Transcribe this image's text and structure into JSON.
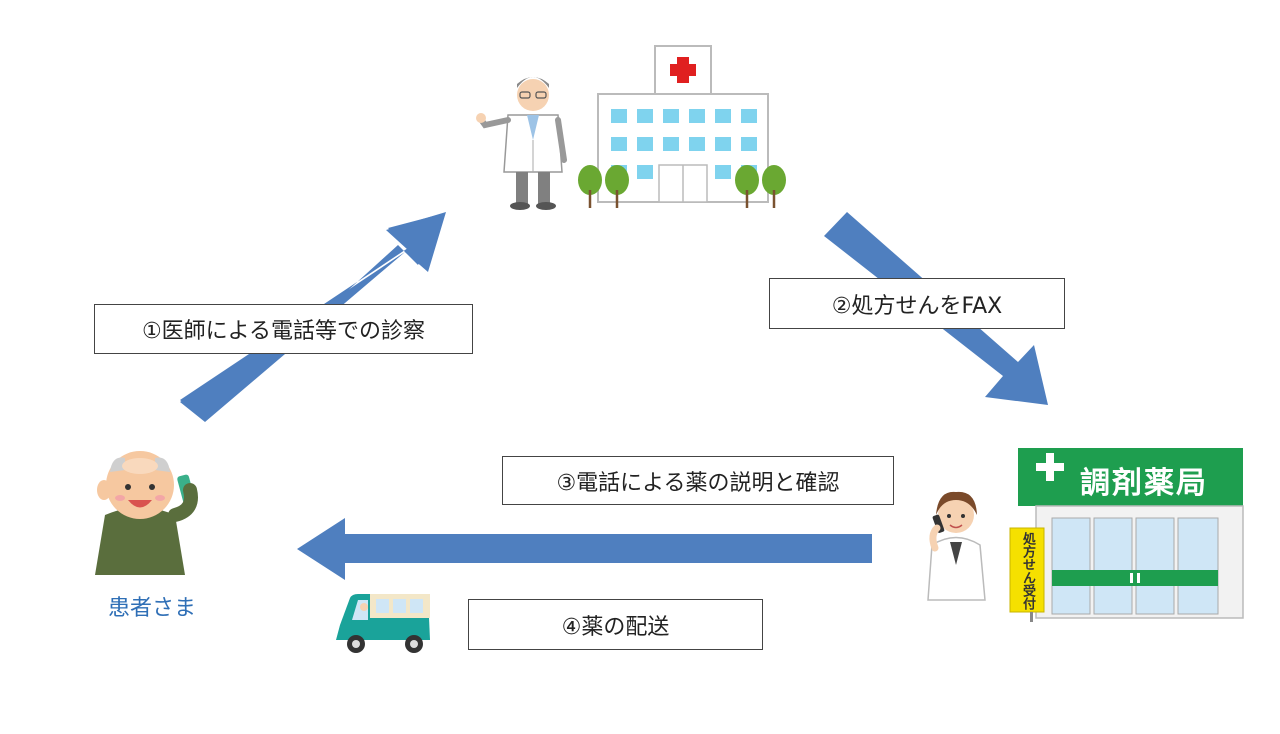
{
  "steps": {
    "step1": "①医師による電話等での診察",
    "step2": "②処方せんをFAX",
    "step3": "③電話による薬の説明と確認",
    "step4": "④薬の配送"
  },
  "patient": {
    "label": "患者さま"
  },
  "pharmacy": {
    "sign": "調剤薬局",
    "vertical_sign": "処方せん受付"
  },
  "colors": {
    "arrow": "#4f7fbf",
    "pharmacy_green": "#1e9e4f",
    "hospital_cross": "#e02020",
    "patient_label": "#2f6fb6"
  },
  "icons": {
    "doctor": "doctor-icon",
    "hospital": "hospital-icon",
    "patient": "patient-icon",
    "pharmacist": "pharmacist-icon",
    "pharmacy": "pharmacy-building-icon",
    "van": "delivery-van-icon"
  }
}
